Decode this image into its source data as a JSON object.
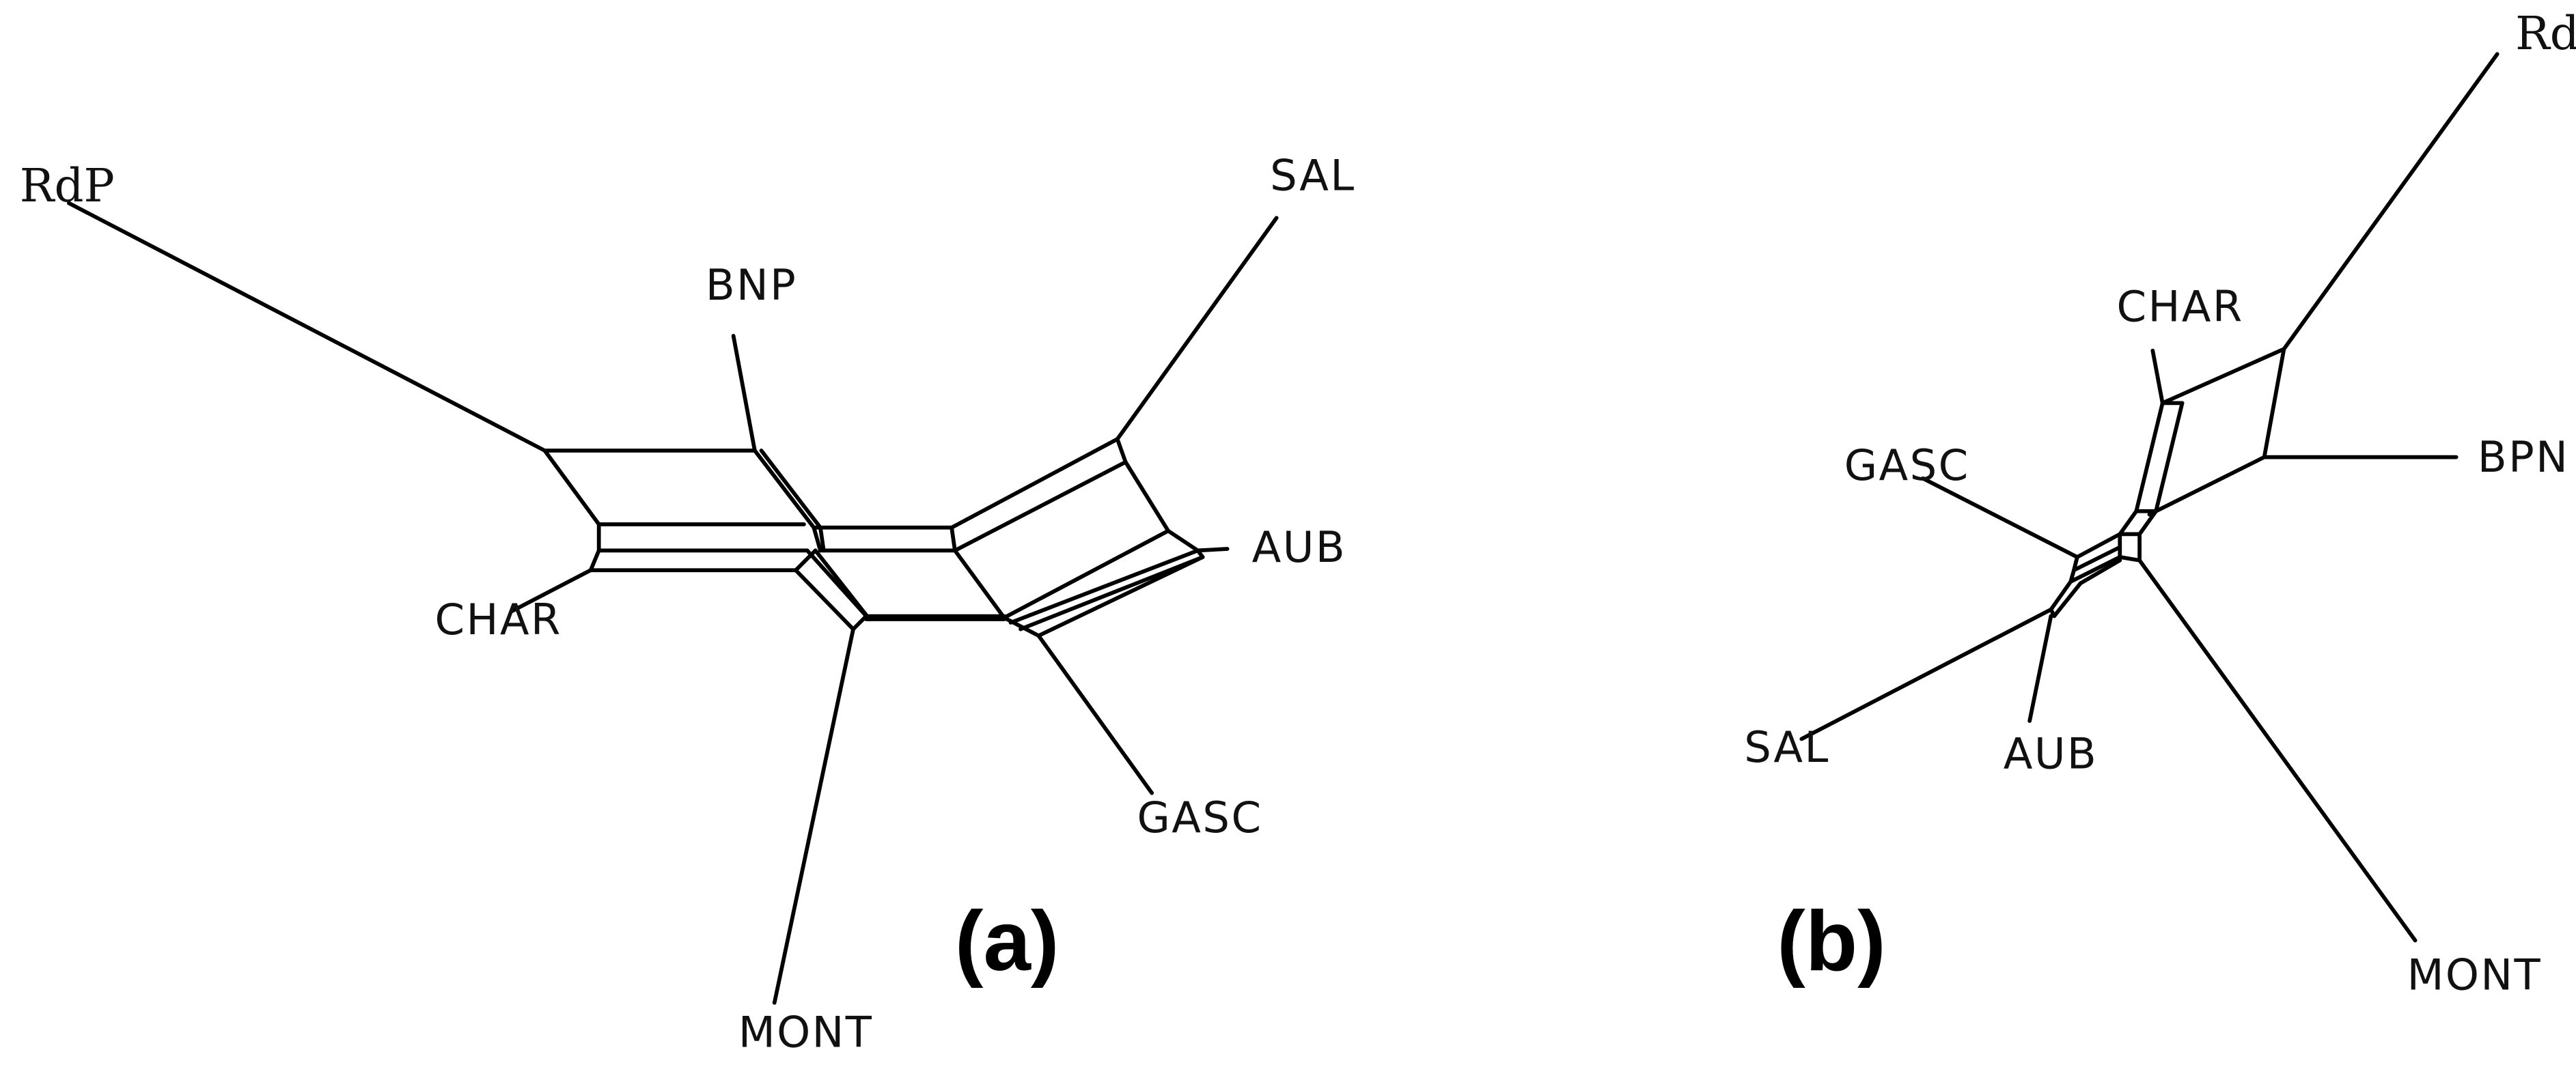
{
  "panels": [
    {
      "label": "(a)",
      "taxa": [
        "RdP",
        "BNP",
        "SAL",
        "AUB",
        "CHAR",
        "GASC",
        "MONT"
      ]
    },
    {
      "label": "(b)",
      "taxa": [
        "RdP",
        "CHAR",
        "BPN",
        "GASC",
        "SAL",
        "AUB",
        "MONT"
      ]
    }
  ]
}
